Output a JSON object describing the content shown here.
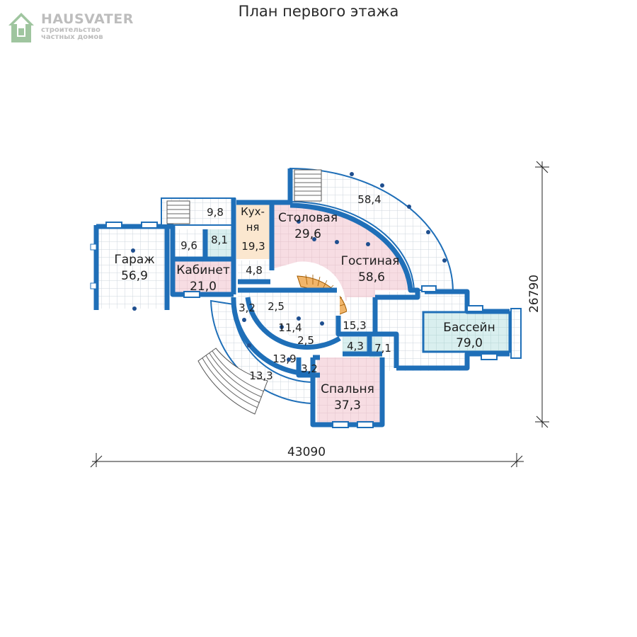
{
  "title": "План первого этажа",
  "logo": {
    "brand": "HAUSVATER",
    "line1": "строительство",
    "line2": "частных домов",
    "icon": "house-logo-icon"
  },
  "colors": {
    "wall": "#1f6fb8",
    "wall_edge": "#0d4e8f",
    "tile": "#cfd8e0",
    "tile_bg": "#ffffff",
    "pink": "#f7dde3",
    "peach": "#fbe7cf",
    "pool": "#d5ecec",
    "stair": "#e9a24a"
  },
  "dimensions": {
    "width": "43090",
    "height": "26790"
  },
  "rooms": {
    "terrace_top": "58,4",
    "stairs_top": "9,8",
    "kitchen_l1": "Кух-",
    "kitchen_l2": "ня",
    "kitchen_area": "19,3",
    "dining_name": "Столовая",
    "dining_area": "29,6",
    "living_name": "Гостиная",
    "living_area": "58,6",
    "garage_name": "Гараж",
    "garage_area": "56,9",
    "room96": "9,6",
    "room81": "8,1",
    "office_name": "Кабинет",
    "office_area": "21,0",
    "room48": "4,8",
    "room32a": "3,2",
    "room25a": "2,5",
    "hall114": "11,4",
    "room25b": "2,5",
    "hall153": "15,3",
    "room43": "4,3",
    "room71": "7,1",
    "room139": "13,9",
    "room32b": "3,2",
    "terrace133": "13,3",
    "bedroom_name": "Спальня",
    "bedroom_area": "37,3",
    "pool_name": "Бассейн",
    "pool_area": "79,0"
  }
}
